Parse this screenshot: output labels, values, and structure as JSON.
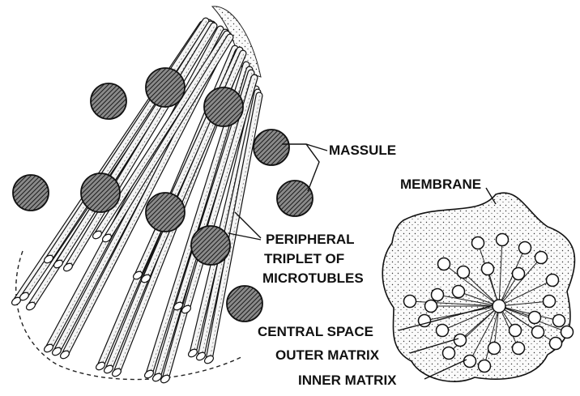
{
  "diagram": {
    "labels": {
      "massule": "MASSULE",
      "membrane": "MEMBRANE",
      "peripheral_line1": "PERIPHERAL",
      "peripheral_line2": "TRIPLET OF",
      "peripheral_line3": "MICROTUBLES",
      "central_space": "CENTRAL SPACE",
      "outer_matrix": "OUTER MATRIX",
      "inner_matrix": "INNER MATRIX"
    }
  }
}
